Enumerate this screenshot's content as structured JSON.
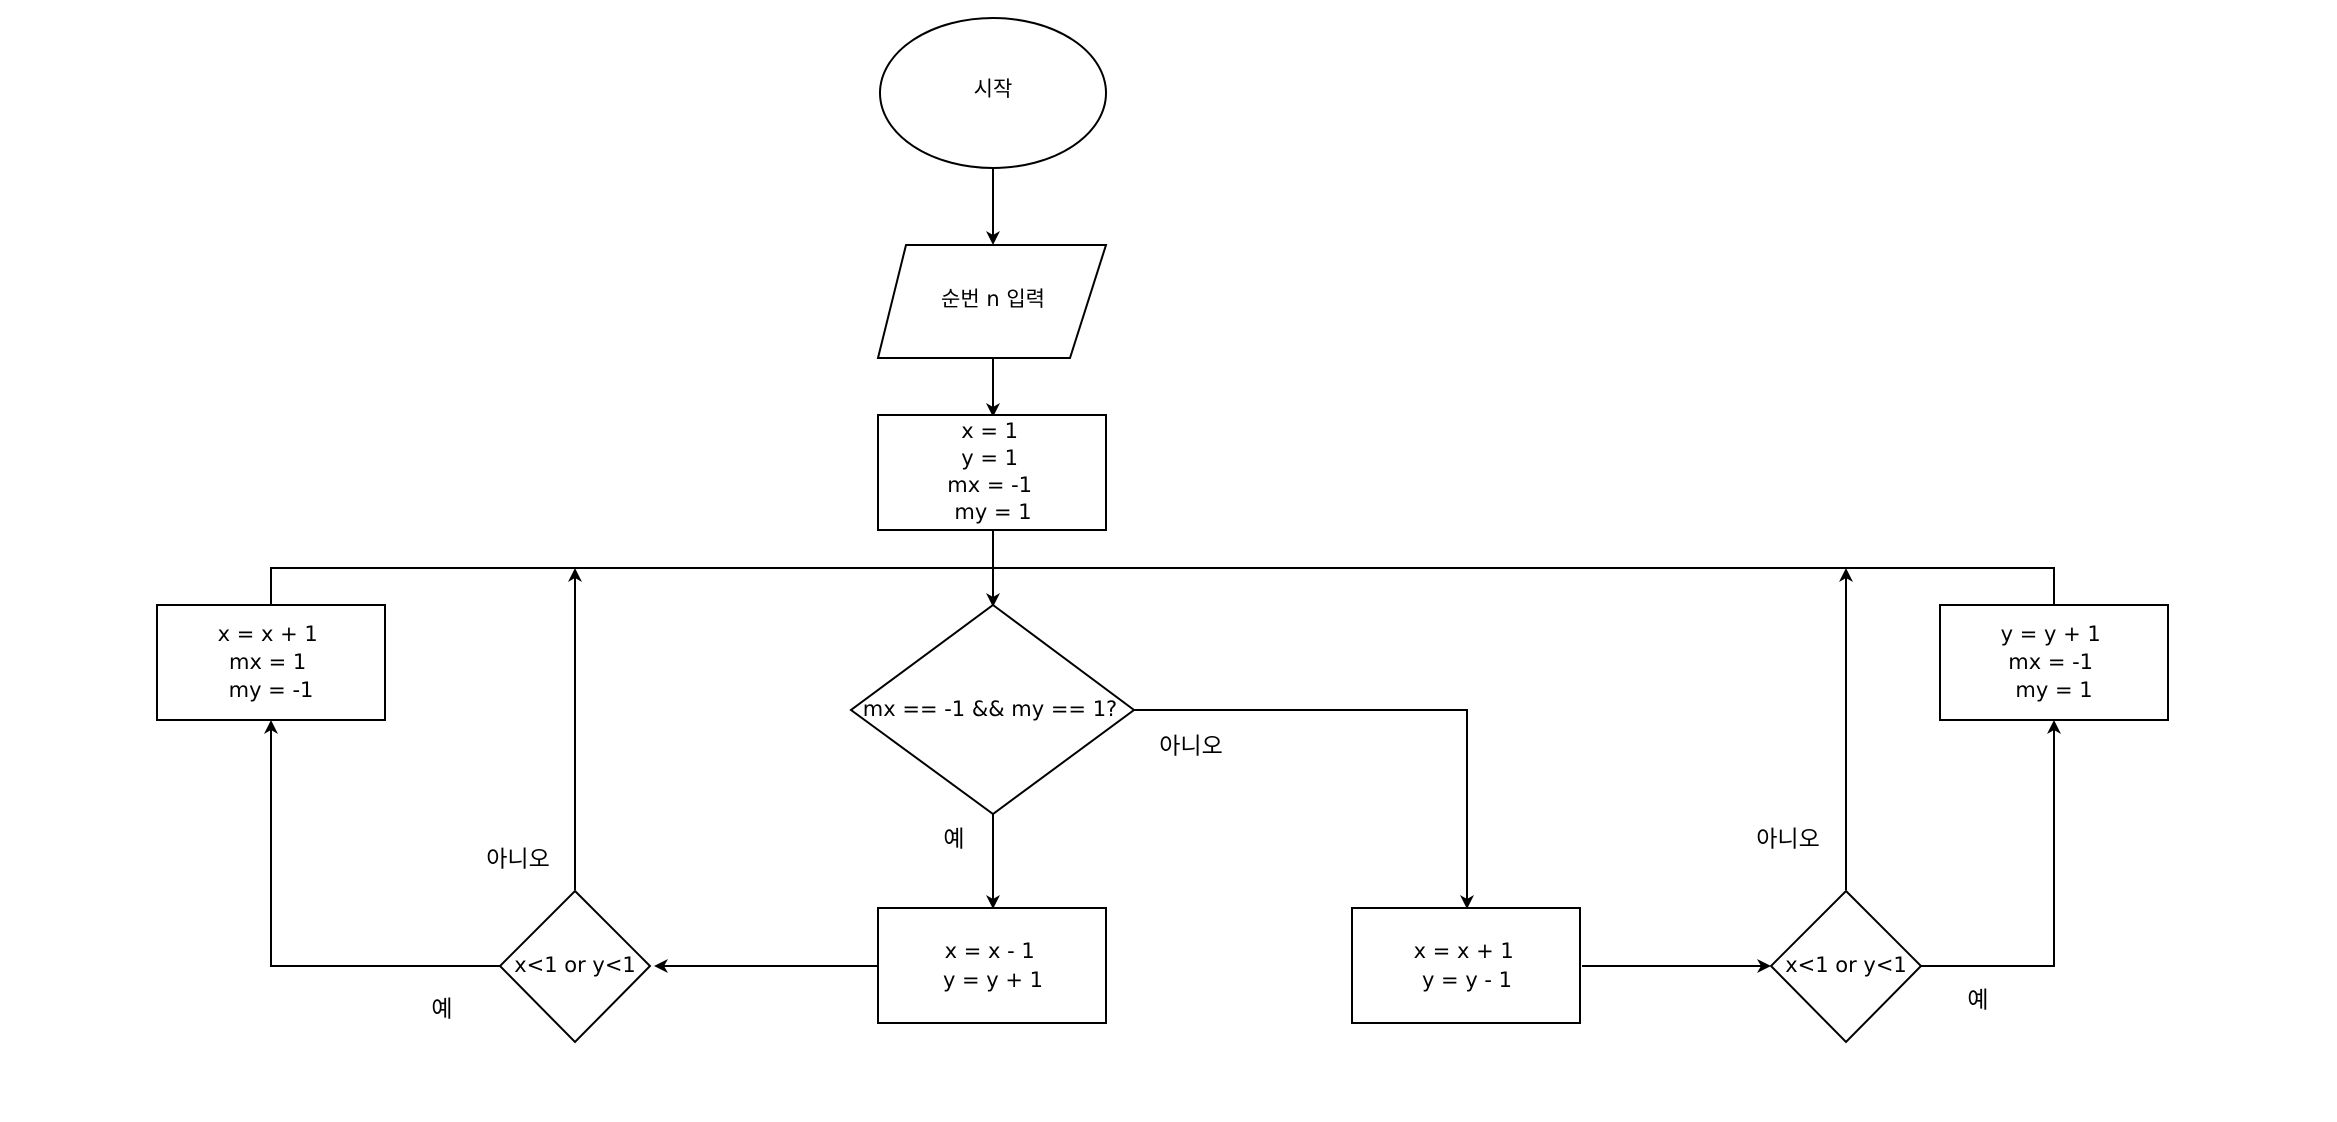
{
  "diagram": {
    "type": "flowchart",
    "colors": {
      "stroke": "#000000",
      "fill": "#ffffff",
      "text": "#000000"
    },
    "nodes": {
      "start": {
        "shape": "ellipse",
        "lines": [
          "시작"
        ]
      },
      "input": {
        "shape": "parallelogram",
        "lines": [
          "순번 n 입력"
        ]
      },
      "init": {
        "shape": "rectangle",
        "lines": [
          "x = 1",
          "y = 1",
          "mx = -1",
          "my = 1"
        ]
      },
      "cond_main": {
        "shape": "diamond",
        "lines": [
          "mx == -1 && my == 1?"
        ]
      },
      "move_up_right": {
        "shape": "rectangle",
        "lines": [
          "x = x - 1",
          "y = y + 1"
        ]
      },
      "move_down_left": {
        "shape": "rectangle",
        "lines": [
          "x = x + 1",
          "y = y - 1"
        ]
      },
      "cond_left": {
        "shape": "diamond",
        "lines": [
          "x<1 or y<1"
        ]
      },
      "cond_right": {
        "shape": "diamond",
        "lines": [
          "x<1 or y<1"
        ]
      },
      "fix_left": {
        "shape": "rectangle",
        "lines": [
          "x = x + 1",
          "mx = 1",
          "my = -1"
        ]
      },
      "fix_right": {
        "shape": "rectangle",
        "lines": [
          "y = y + 1",
          "mx = -1",
          "my = 1"
        ]
      }
    },
    "edge_labels": {
      "main_no": "아니오",
      "main_yes": "예",
      "left_no": "아니오",
      "left_yes": "예",
      "right_no": "아니오",
      "right_yes": "예"
    }
  }
}
